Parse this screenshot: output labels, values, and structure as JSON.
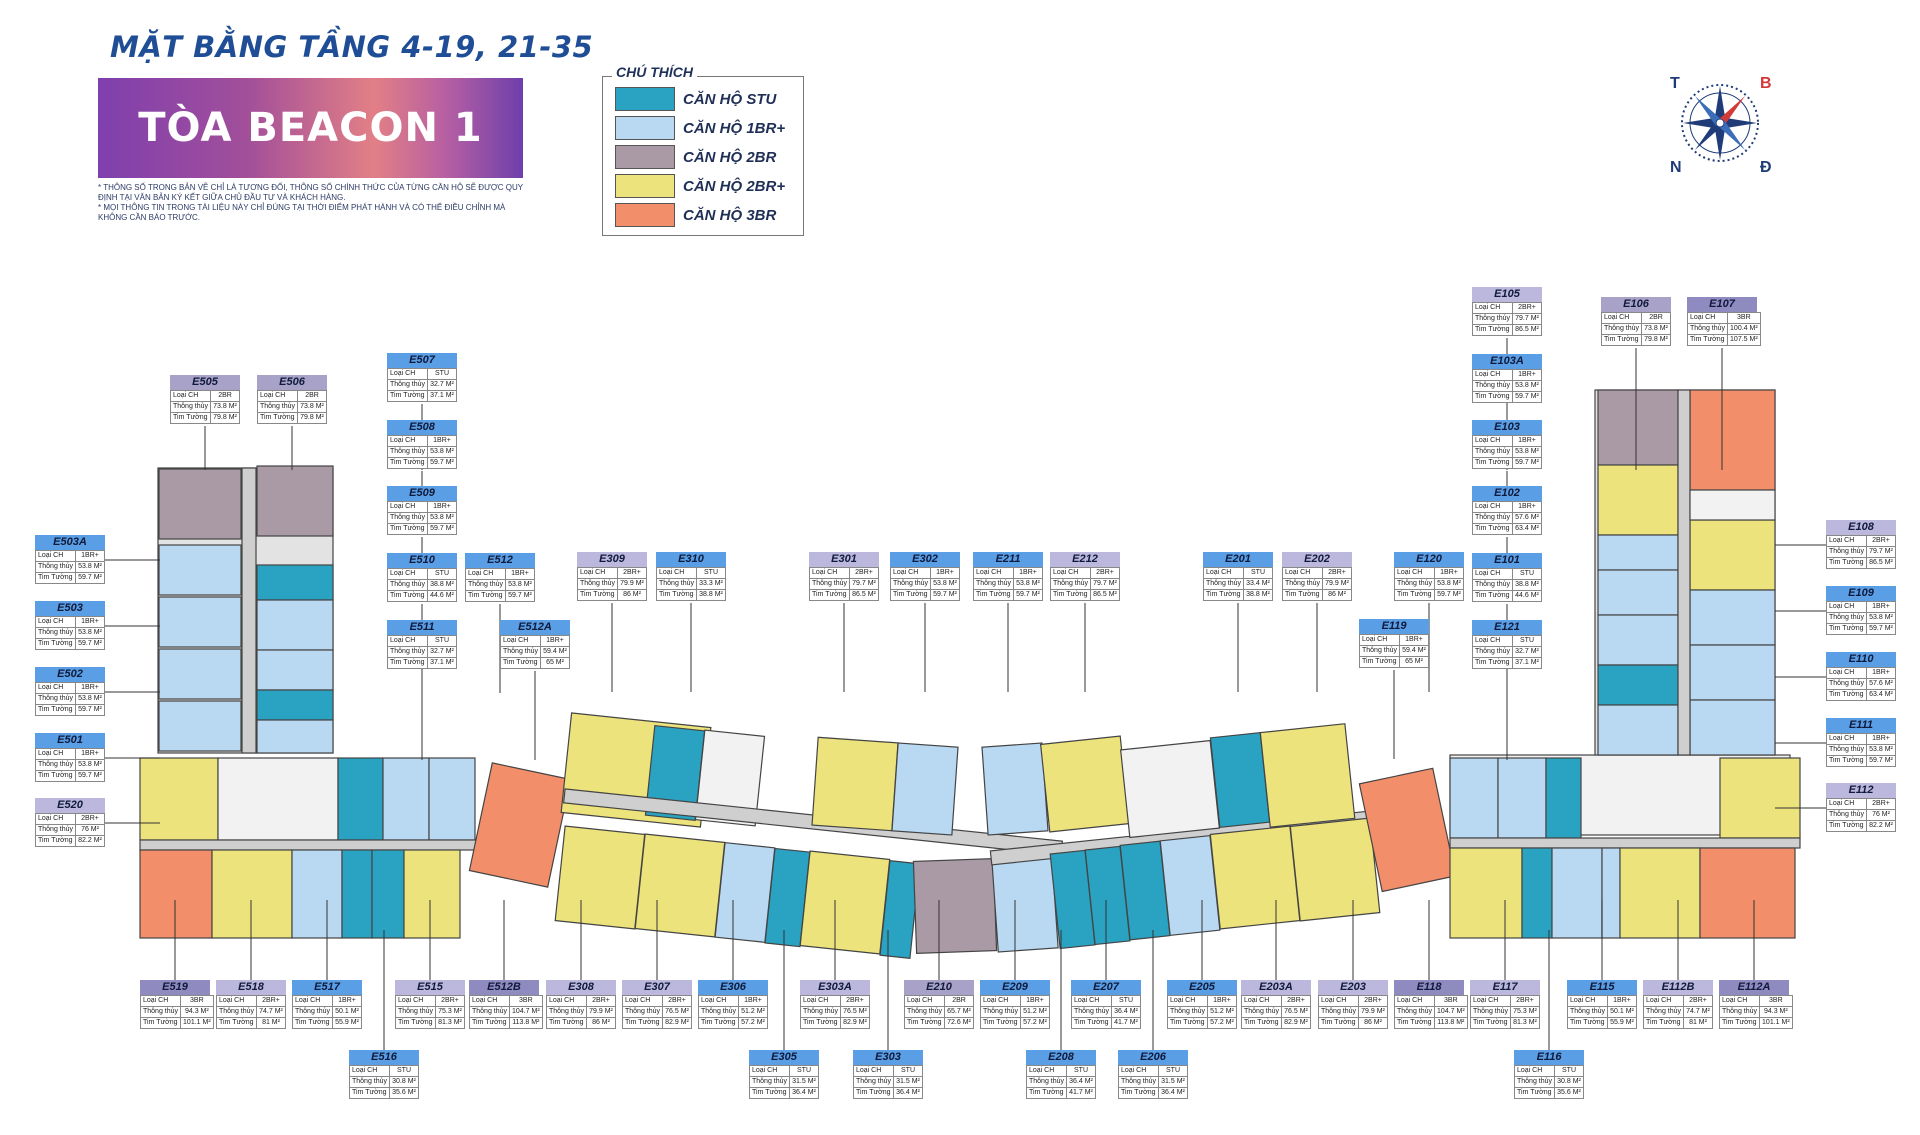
{
  "title": "MẶT BẰNG TẦNG 4-19, 21-35",
  "banner": "TÒA BEACON 1",
  "notes": [
    "* THÔNG SỐ TRONG BẢN VẼ CHỈ LÀ TƯƠNG ĐỐI, THÔNG SỐ CHÍNH THỨC CỦA TỪNG CĂN HỘ SẼ ĐƯỢC QUY ĐỊNH TẠI VĂN BẢN KÝ KẾT GIỮA CHỦ ĐẦU TƯ VÀ KHÁCH HÀNG.",
    "* MỌI THÔNG TIN TRONG TÀI LIỆU NÀY CHỈ ĐÚNG TẠI THỜI ĐIỂM PHÁT HÀNH VÀ CÓ THỂ ĐIỀU CHỈNH MÀ KHÔNG CẦN BÁO TRƯỚC."
  ],
  "legend": {
    "title": "CHÚ THÍCH",
    "items": [
      {
        "label": "CĂN HỘ STU",
        "color": "#2aa3c2"
      },
      {
        "label": "CĂN HỘ 1BR+",
        "color": "#b9d8f1"
      },
      {
        "label": "CĂN HỘ 2BR",
        "color": "#a99aa6"
      },
      {
        "label": "CĂN HỘ 2BR+",
        "color": "#ede37c"
      },
      {
        "label": "CĂN HỘ 3BR",
        "color": "#f28f6a"
      }
    ]
  },
  "compass": {
    "t": "T",
    "b": "B",
    "n": "N",
    "d": "Đ"
  },
  "row_labels": {
    "type": "Loại CH",
    "net": "Thông thủy",
    "gross": "Tim Tường"
  },
  "units": [
    {
      "id": "E505",
      "type": "2BR",
      "net": "73.8 M²",
      "gross": "79.8 M²"
    },
    {
      "id": "E506",
      "type": "2BR",
      "net": "73.8 M²",
      "gross": "79.8 M²"
    },
    {
      "id": "E507",
      "type": "STU",
      "net": "32.7 M²",
      "gross": "37.1 M²"
    },
    {
      "id": "E508",
      "type": "1BR+",
      "net": "53.8 M²",
      "gross": "59.7 M²"
    },
    {
      "id": "E509",
      "type": "1BR+",
      "net": "53.8 M²",
      "gross": "59.7 M²"
    },
    {
      "id": "E510",
      "type": "STU",
      "net": "38.8 M²",
      "gross": "44.6 M²"
    },
    {
      "id": "E511",
      "type": "STU",
      "net": "32.7 M²",
      "gross": "37.1 M²"
    },
    {
      "id": "E512",
      "type": "1BR+",
      "net": "53.8 M²",
      "gross": "59.7 M²"
    },
    {
      "id": "E512A",
      "type": "1BR+",
      "net": "59.4 M²",
      "gross": "65 M²"
    },
    {
      "id": "E503A",
      "type": "1BR+",
      "net": "53.8 M²",
      "gross": "59.7 M²"
    },
    {
      "id": "E503",
      "type": "1BR+",
      "net": "53.8 M²",
      "gross": "59.7 M²"
    },
    {
      "id": "E502",
      "type": "1BR+",
      "net": "53.8 M²",
      "gross": "59.7 M²"
    },
    {
      "id": "E501",
      "type": "1BR+",
      "net": "53.8 M²",
      "gross": "59.7 M²"
    },
    {
      "id": "E520",
      "type": "2BR+",
      "net": "76 M²",
      "gross": "82.2 M²"
    },
    {
      "id": "E309",
      "type": "2BR+",
      "net": "79.9 M²",
      "gross": "86 M²"
    },
    {
      "id": "E310",
      "type": "STU",
      "net": "33.3 M²",
      "gross": "38.8 M²"
    },
    {
      "id": "E301",
      "type": "2BR+",
      "net": "79.7 M²",
      "gross": "86.5 M²"
    },
    {
      "id": "E302",
      "type": "1BR+",
      "net": "53.8 M²",
      "gross": "59.7 M²"
    },
    {
      "id": "E211",
      "type": "1BR+",
      "net": "53.8 M²",
      "gross": "59.7 M²"
    },
    {
      "id": "E212",
      "type": "2BR+",
      "net": "79.7 M²",
      "gross": "86.5 M²"
    },
    {
      "id": "E201",
      "type": "STU",
      "net": "33.4 M²",
      "gross": "38.8 M²"
    },
    {
      "id": "E202",
      "type": "2BR+",
      "net": "79.9 M²",
      "gross": "86 M²"
    },
    {
      "id": "E120",
      "type": "1BR+",
      "net": "53.8 M²",
      "gross": "59.7 M²"
    },
    {
      "id": "E119",
      "type": "1BR+",
      "net": "59.4 M²",
      "gross": "65 M²"
    },
    {
      "id": "E105",
      "type": "2BR+",
      "net": "79.7 M²",
      "gross": "86.5 M²"
    },
    {
      "id": "E106",
      "type": "2BR",
      "net": "73.8 M²",
      "gross": "79.8 M²"
    },
    {
      "id": "E107",
      "type": "3BR",
      "net": "100.4 M²",
      "gross": "107.5 M²"
    },
    {
      "id": "E103A",
      "type": "1BR+",
      "net": "53.8 M²",
      "gross": "59.7 M²"
    },
    {
      "id": "E103",
      "type": "1BR+",
      "net": "53.8 M²",
      "gross": "59.7 M²"
    },
    {
      "id": "E102",
      "type": "1BR+",
      "net": "57.6 M²",
      "gross": "63.4 M²"
    },
    {
      "id": "E101",
      "type": "STU",
      "net": "38.8 M²",
      "gross": "44.6 M²"
    },
    {
      "id": "E121",
      "type": "STU",
      "net": "32.7 M²",
      "gross": "37.1 M²"
    },
    {
      "id": "E108",
      "type": "2BR+",
      "net": "79.7 M²",
      "gross": "86.5 M²"
    },
    {
      "id": "E109",
      "type": "1BR+",
      "net": "53.8 M²",
      "gross": "59.7 M²"
    },
    {
      "id": "E110",
      "type": "1BR+",
      "net": "57.6 M²",
      "gross": "63.4 M²"
    },
    {
      "id": "E111",
      "type": "1BR+",
      "net": "53.8 M²",
      "gross": "59.7 M²"
    },
    {
      "id": "E112",
      "type": "2BR+",
      "net": "76 M²",
      "gross": "82.2 M²"
    },
    {
      "id": "E519",
      "type": "3BR",
      "net": "94.3 M²",
      "gross": "101.1 M²"
    },
    {
      "id": "E518",
      "type": "2BR+",
      "net": "74.7 M²",
      "gross": "81 M²"
    },
    {
      "id": "E517",
      "type": "1BR+",
      "net": "50.1 M²",
      "gross": "55.9 M²"
    },
    {
      "id": "E515",
      "type": "2BR+",
      "net": "75.3 M²",
      "gross": "81.3 M²"
    },
    {
      "id": "E512B",
      "type": "3BR",
      "net": "104.7 M²",
      "gross": "113.8 M²"
    },
    {
      "id": "E308",
      "type": "2BR+",
      "net": "79.9 M²",
      "gross": "86 M²"
    },
    {
      "id": "E307",
      "type": "2BR+",
      "net": "76.5 M²",
      "gross": "82.9 M²"
    },
    {
      "id": "E306",
      "type": "1BR+",
      "net": "51.2 M²",
      "gross": "57.2 M²"
    },
    {
      "id": "E303A",
      "type": "2BR+",
      "net": "76.5 M²",
      "gross": "82.9 M²"
    },
    {
      "id": "E210",
      "type": "2BR",
      "net": "65.7 M²",
      "gross": "72.6 M²"
    },
    {
      "id": "E209",
      "type": "1BR+",
      "net": "51.2 M²",
      "gross": "57.2 M²"
    },
    {
      "id": "E207",
      "type": "STU",
      "net": "36.4 M²",
      "gross": "41.7 M²"
    },
    {
      "id": "E205",
      "type": "1BR+",
      "net": "51.2 M²",
      "gross": "57.2 M²"
    },
    {
      "id": "E203A",
      "type": "2BR+",
      "net": "76.5 M²",
      "gross": "82.9 M²"
    },
    {
      "id": "E203",
      "type": "2BR+",
      "net": "79.9 M²",
      "gross": "86 M²"
    },
    {
      "id": "E118",
      "type": "3BR",
      "net": "104.7 M²",
      "gross": "113.8 M²"
    },
    {
      "id": "E117",
      "type": "2BR+",
      "net": "75.3 M²",
      "gross": "81.3 M²"
    },
    {
      "id": "E115",
      "type": "1BR+",
      "net": "50.1 M²",
      "gross": "55.9 M²"
    },
    {
      "id": "E112B",
      "type": "2BR+",
      "net": "74.7 M²",
      "gross": "81 M²"
    },
    {
      "id": "E112A",
      "type": "3BR",
      "net": "94.3 M²",
      "gross": "101.1 M²"
    },
    {
      "id": "E516",
      "type": "STU",
      "net": "30.8 M²",
      "gross": "35.6 M²"
    },
    {
      "id": "E305",
      "type": "STU",
      "net": "31.5 M²",
      "gross": "36.4 M²"
    },
    {
      "id": "E303",
      "type": "STU",
      "net": "31.5 M²",
      "gross": "36.4 M²"
    },
    {
      "id": "E208",
      "type": "STU",
      "net": "36.4 M²",
      "gross": "41.7 M²"
    },
    {
      "id": "E206",
      "type": "STU",
      "net": "31.5 M²",
      "gross": "36.4 M²"
    },
    {
      "id": "E116",
      "type": "STU",
      "net": "30.8 M²",
      "gross": "35.6 M²"
    }
  ]
}
